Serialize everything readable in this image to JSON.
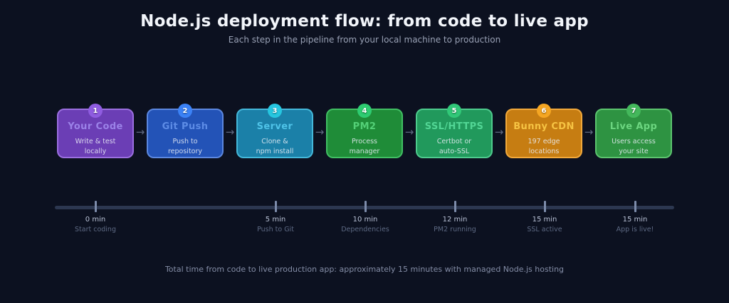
{
  "header": {
    "title": "Node.js deployment flow: from code to live app",
    "subtitle": "Each step in the pipeline from your local machine to production"
  },
  "flow": {
    "arrow_glyph": "→",
    "steps": [
      {
        "num": "1",
        "title": "Your Code",
        "desc": "Write & test\nlocally",
        "colors": {
          "fill": "#6b3eb5",
          "border": "#9b6fe0",
          "badge": "#8f5ce0",
          "title_text": "#9b82e8"
        }
      },
      {
        "num": "2",
        "title": "Git Push",
        "desc": "Push to\nrepository",
        "colors": {
          "fill": "#2353b7",
          "border": "#5c88e0",
          "badge": "#3b82f6",
          "title_text": "#5d8ce6"
        }
      },
      {
        "num": "3",
        "title": "Server",
        "desc": "Clone &\nnpm install",
        "colors": {
          "fill": "#1b80a8",
          "border": "#44b8da",
          "badge": "#26c6e0",
          "title_text": "#4fc3e8"
        }
      },
      {
        "num": "4",
        "title": "PM2",
        "desc": "Process\nmanager",
        "colors": {
          "fill": "#1f8c38",
          "border": "#41bf63",
          "badge": "#2ecc71",
          "title_text": "#54d077"
        }
      },
      {
        "num": "5",
        "title": "SSL/HTTPS",
        "desc": "Certbot or\nauto-SSL",
        "colors": {
          "fill": "#21995c",
          "border": "#4ecb8d",
          "badge": "#31c878",
          "title_text": "#52d695"
        }
      },
      {
        "num": "6",
        "title": "Bunny CDN",
        "desc": "197 edge\nlocations",
        "colors": {
          "fill": "#c67d12",
          "border": "#f2a93b",
          "badge": "#f5a623",
          "title_text": "#f6c343"
        }
      },
      {
        "num": "7",
        "title": "Live App",
        "desc": "Users access\nyour site",
        "colors": {
          "fill": "#2e9342",
          "border": "#5cc46e",
          "badge": "#44b85c",
          "title_text": "#6cd680"
        }
      }
    ]
  },
  "timeline": {
    "items": [
      {
        "time": "0 min",
        "label": "Start coding"
      },
      {
        "time": "5 min",
        "label": "Push to Git"
      },
      {
        "time": "10 min",
        "label": "Dependencies"
      },
      {
        "time": "12 min",
        "label": "PM2 running"
      },
      {
        "time": "15 min",
        "label": "SSL active"
      },
      {
        "time": "15 min",
        "label": "App is live!"
      }
    ]
  },
  "footer": {
    "text": "Total time from code to live production app: approximately 15 minutes with managed Node.js hosting"
  },
  "palette": {
    "background": "#0c1120",
    "arrow": "#5f6880",
    "timeline_bar": "#2c3750",
    "timeline_tick": "#7d8cab"
  }
}
